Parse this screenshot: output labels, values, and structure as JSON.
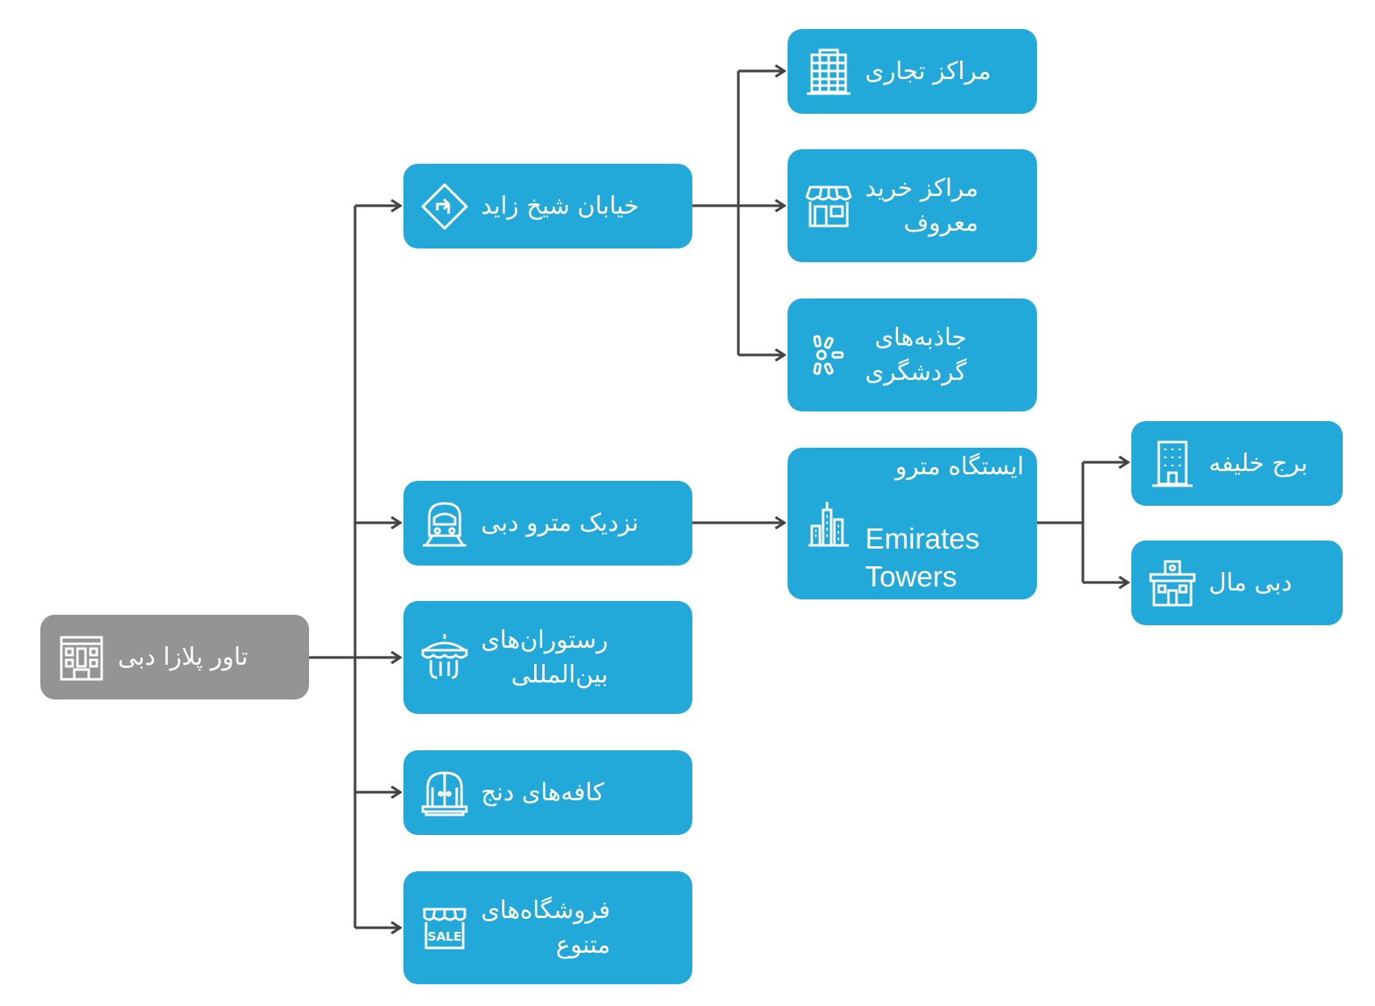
{
  "colors": {
    "node": "#23a9d9",
    "root": "#949494",
    "connector": "#444444",
    "text": "#ffffff"
  },
  "root": {
    "label": "تاور پلازا دبی",
    "icon": "apartment-building-icon"
  },
  "level1": [
    {
      "label": "خیابان شیخ زاید",
      "icon": "road-sign-icon"
    },
    {
      "label": "نزدیک مترو دبی",
      "icon": "metro-train-icon"
    },
    {
      "label": "رستوران‌های\nبین‌المللی",
      "icon": "restaurant-awning-icon"
    },
    {
      "label": "کافه‌های دنج",
      "icon": "cafe-window-icon"
    },
    {
      "label": "فروشگاه‌های\nمتنوع",
      "icon": "sale-shop-icon"
    }
  ],
  "level2": [
    {
      "label": "مراکز تجاری",
      "icon": "office-building-icon"
    },
    {
      "label": "مراکز خرید\nمعروف",
      "icon": "storefront-icon"
    },
    {
      "label": "جاذبه‌های\nگردشگری",
      "icon": "attraction-sparkle-icon"
    }
  ],
  "metro_station": {
    "label_fa": "ایستگاه مترو",
    "label_en": "Emirates Towers",
    "icon": "skyline-icon"
  },
  "level3": [
    {
      "label": "برج خلیفه",
      "icon": "tower-icon"
    },
    {
      "label": "دبی مال",
      "icon": "mall-icon"
    }
  ]
}
